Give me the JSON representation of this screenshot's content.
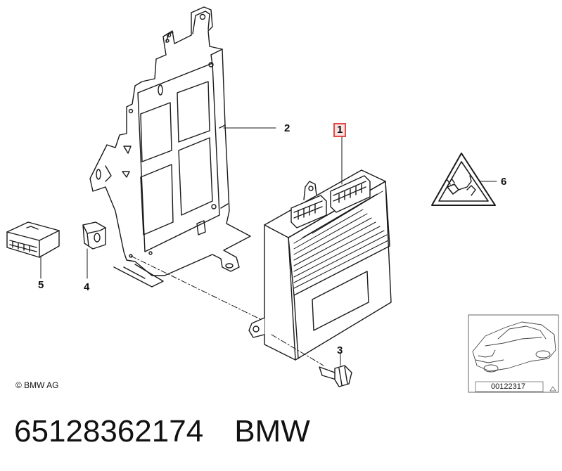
{
  "callouts": {
    "item1": "1",
    "item2": "2",
    "item3": "3",
    "item4": "4",
    "item5": "5",
    "item6": "6"
  },
  "copyright": "© BMW AG",
  "reference_number": "00122317",
  "part": {
    "number": "65128362174",
    "brand": "BMW"
  },
  "colors": {
    "line": "#1a1a1a",
    "highlight_border": "#e24a4a",
    "highlight_fill": "#fbe3e3"
  },
  "icons": {
    "warning": "electrical-plug-warning-icon",
    "thumbnail": "car-location-thumbnail"
  }
}
